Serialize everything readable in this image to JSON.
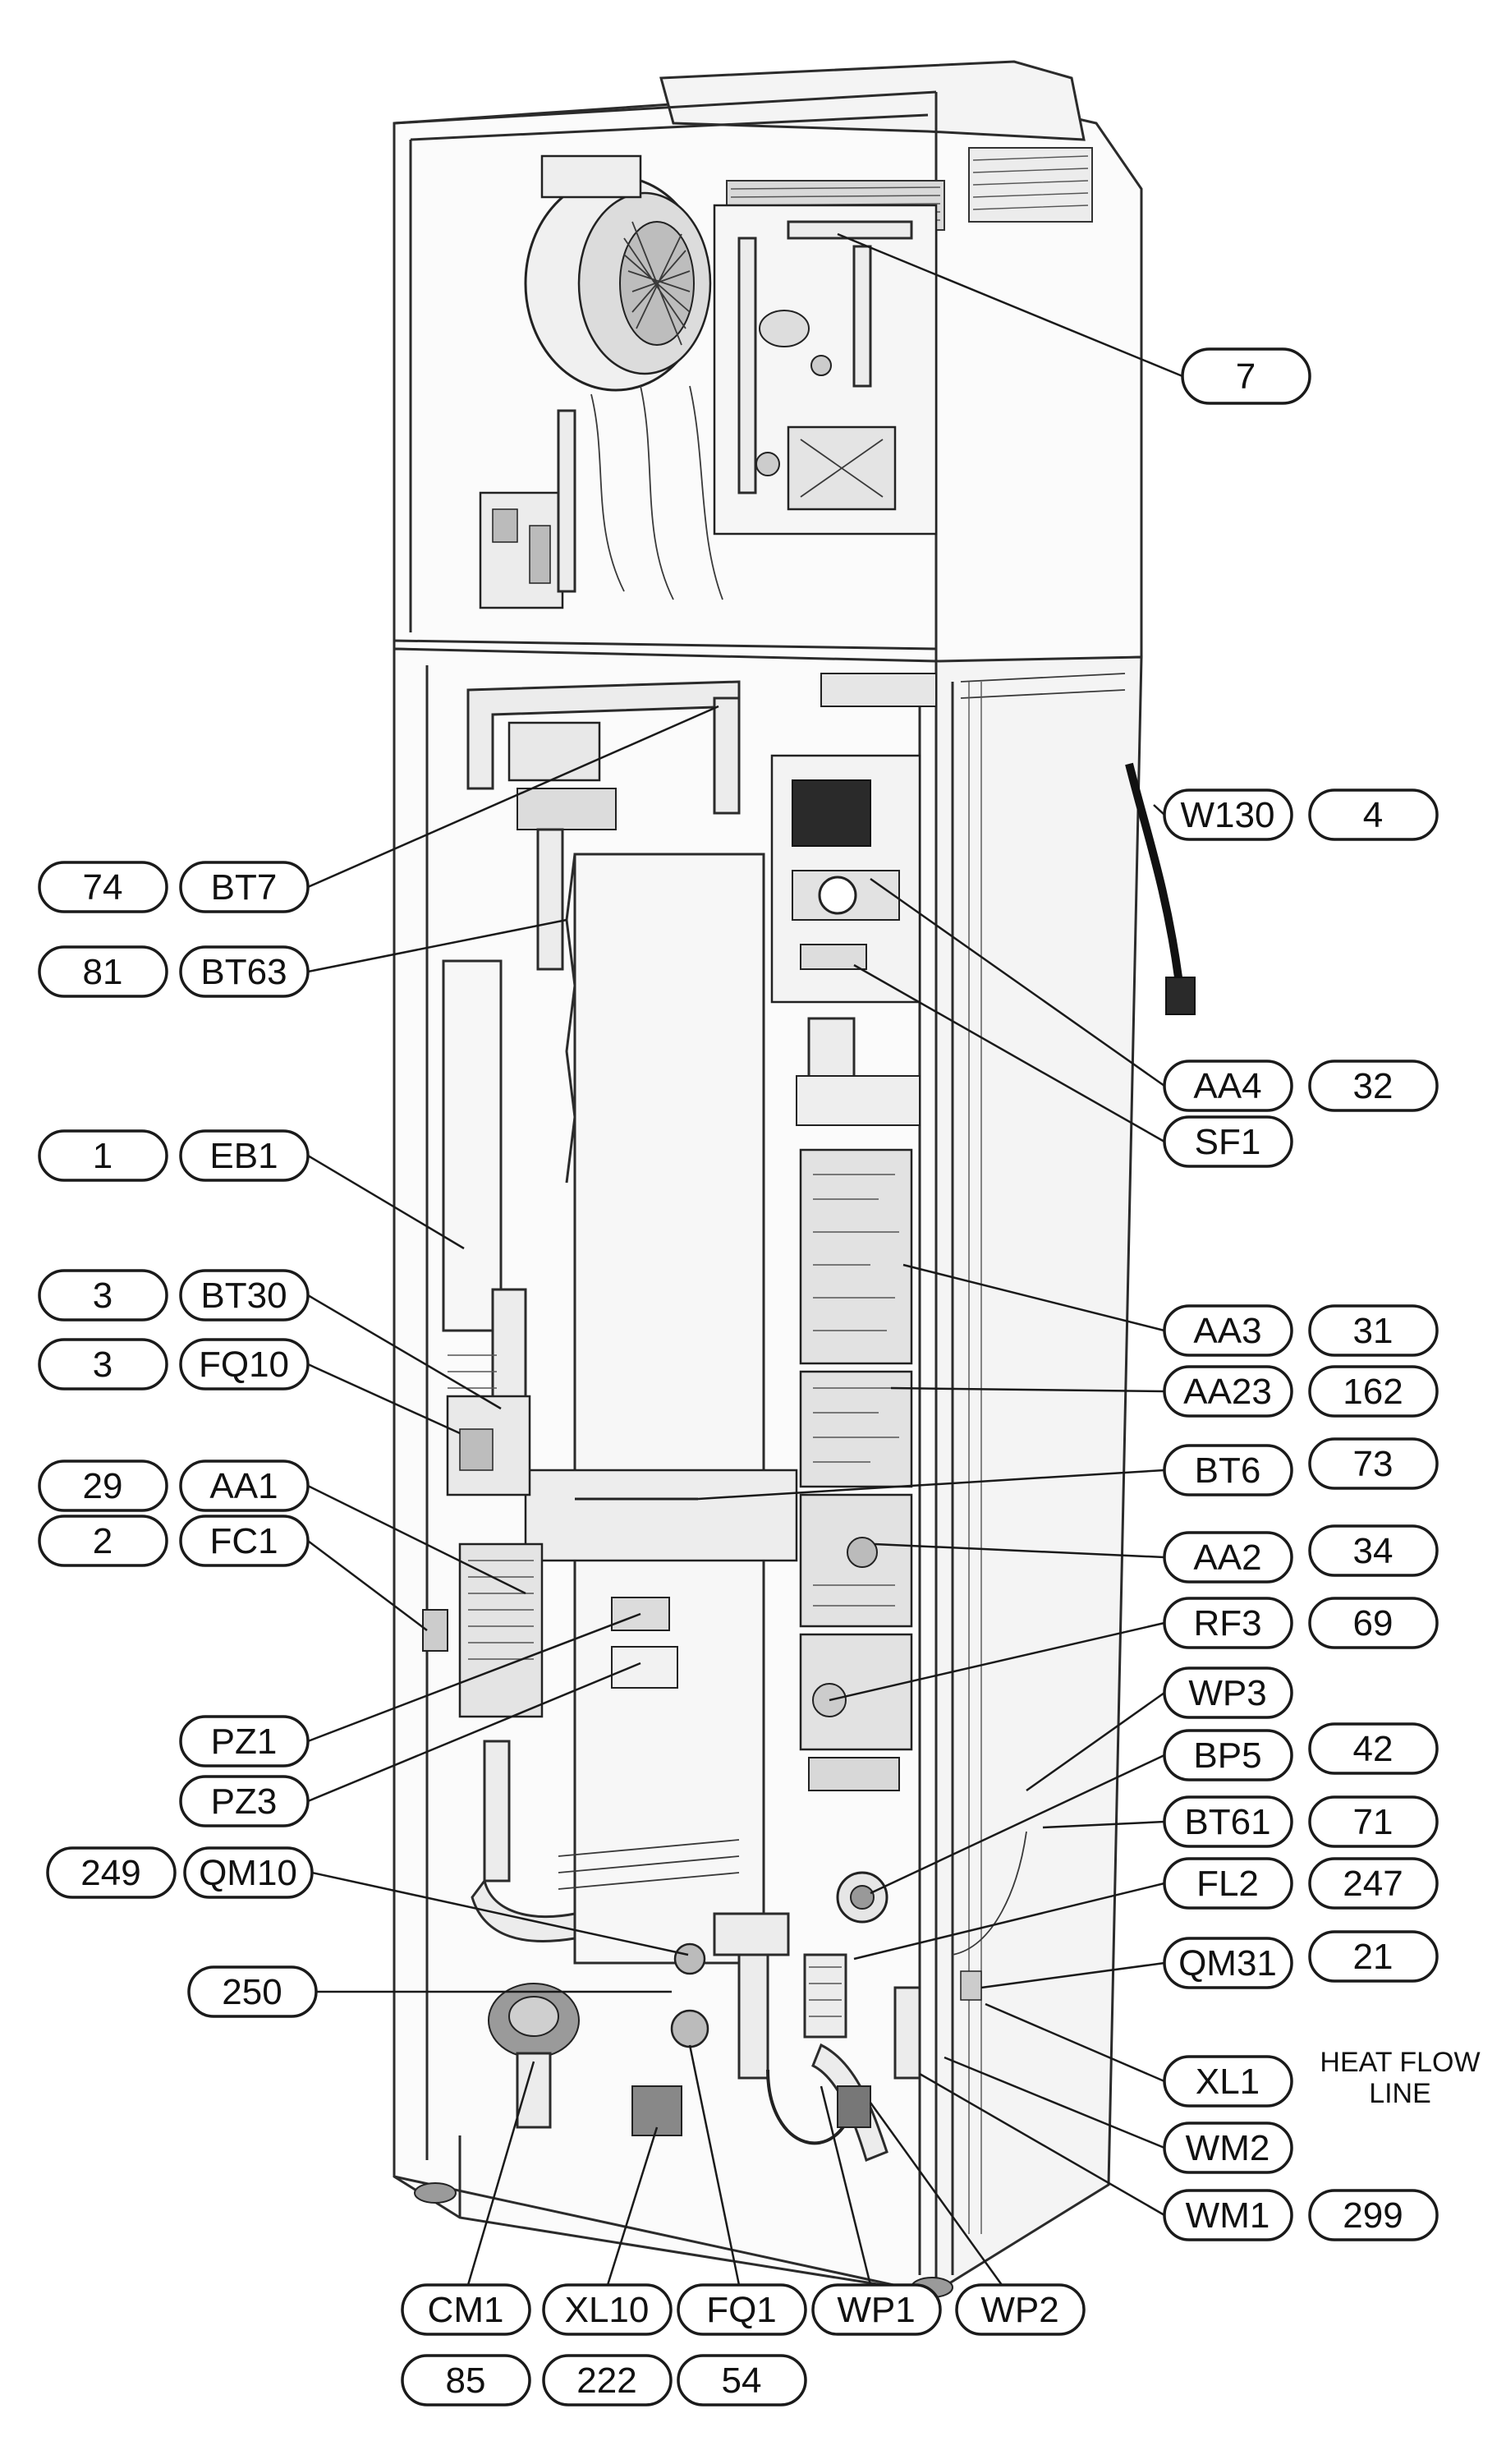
{
  "callouts": [
    {
      "id": "c7",
      "text": "7"
    },
    {
      "id": "cW130",
      "text": "W130"
    },
    {
      "id": "c4",
      "text": "4"
    },
    {
      "id": "c74",
      "text": "74"
    },
    {
      "id": "cBT7",
      "text": "BT7"
    },
    {
      "id": "c81",
      "text": "81"
    },
    {
      "id": "cBT63",
      "text": "BT63"
    },
    {
      "id": "cAA4",
      "text": "AA4"
    },
    {
      "id": "c32",
      "text": "32"
    },
    {
      "id": "cSF1",
      "text": "SF1"
    },
    {
      "id": "c1",
      "text": "1"
    },
    {
      "id": "cEB1",
      "text": "EB1"
    },
    {
      "id": "c3a",
      "text": "3"
    },
    {
      "id": "cBT30",
      "text": "BT30"
    },
    {
      "id": "c3b",
      "text": "3"
    },
    {
      "id": "cFQ10",
      "text": "FQ10"
    },
    {
      "id": "cAA3",
      "text": "AA3"
    },
    {
      "id": "c31",
      "text": "31"
    },
    {
      "id": "cAA23",
      "text": "AA23"
    },
    {
      "id": "c162",
      "text": "162"
    },
    {
      "id": "c29",
      "text": "29"
    },
    {
      "id": "cAA1",
      "text": "AA1"
    },
    {
      "id": "cBT6",
      "text": "BT6"
    },
    {
      "id": "c73",
      "text": "73"
    },
    {
      "id": "c2",
      "text": "2"
    },
    {
      "id": "cFC1",
      "text": "FC1"
    },
    {
      "id": "cAA2",
      "text": "AA2"
    },
    {
      "id": "c34",
      "text": "34"
    },
    {
      "id": "cRF3",
      "text": "RF3"
    },
    {
      "id": "c69",
      "text": "69"
    },
    {
      "id": "cPZ1",
      "text": "PZ1"
    },
    {
      "id": "cWP3",
      "text": "WP3"
    },
    {
      "id": "cBP5",
      "text": "BP5"
    },
    {
      "id": "c42",
      "text": "42"
    },
    {
      "id": "cPZ3",
      "text": "PZ3"
    },
    {
      "id": "cBT61",
      "text": "BT61"
    },
    {
      "id": "c71",
      "text": "71"
    },
    {
      "id": "c249",
      "text": "249"
    },
    {
      "id": "cQM10",
      "text": "QM10"
    },
    {
      "id": "cFL2",
      "text": "FL2"
    },
    {
      "id": "c247",
      "text": "247"
    },
    {
      "id": "cQM31",
      "text": "QM31"
    },
    {
      "id": "c21",
      "text": "21"
    },
    {
      "id": "c250",
      "text": "250"
    },
    {
      "id": "cXL1",
      "text": "XL1"
    },
    {
      "id": "cWM2",
      "text": "WM2"
    },
    {
      "id": "cWM1",
      "text": "WM1"
    },
    {
      "id": "c299",
      "text": "299"
    },
    {
      "id": "cCM1",
      "text": "CM1"
    },
    {
      "id": "cXL10",
      "text": "XL10"
    },
    {
      "id": "cFQ1",
      "text": "FQ1"
    },
    {
      "id": "cWP1",
      "text": "WP1"
    },
    {
      "id": "cWP2",
      "text": "WP2"
    },
    {
      "id": "c85",
      "text": "85"
    },
    {
      "id": "c222",
      "text": "222"
    },
    {
      "id": "c54",
      "text": "54"
    }
  ],
  "notes": {
    "heat_flow_line_1": "HEAT FLOW",
    "heat_flow_line_2": "LINE"
  }
}
